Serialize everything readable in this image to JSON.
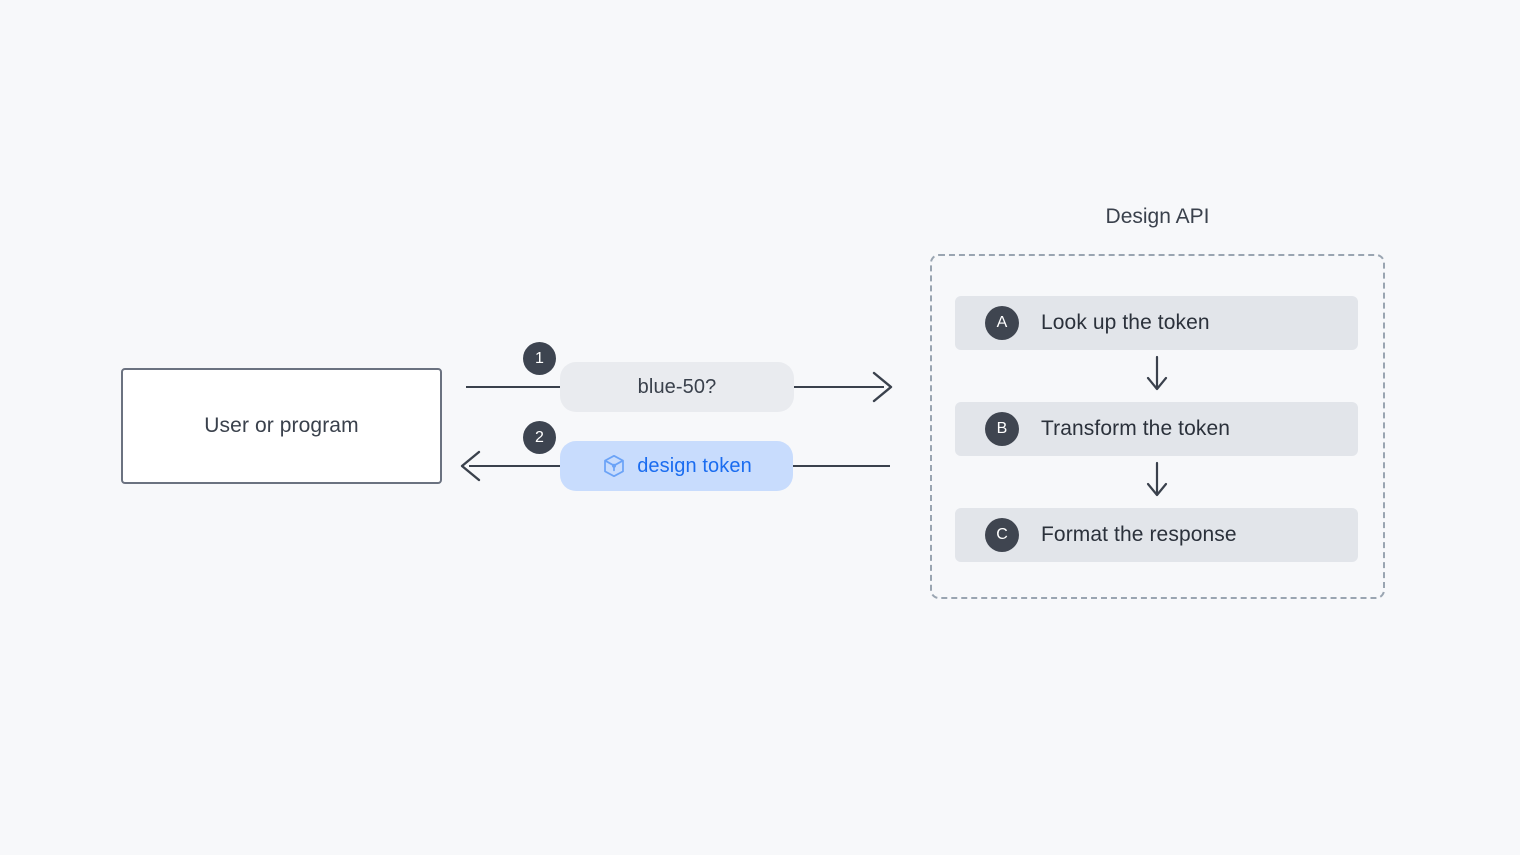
{
  "background_color": "#f7f8fa",
  "actor": {
    "label": "User or program"
  },
  "messages": [
    {
      "badge": "1",
      "text": "blue-50?",
      "direction": "right",
      "icon": null
    },
    {
      "badge": "2",
      "text": "design token",
      "direction": "left",
      "icon": "cube-icon"
    }
  ],
  "group": {
    "title": "Design API",
    "steps": [
      {
        "badge": "A",
        "label": "Look up the token"
      },
      {
        "badge": "B",
        "label": "Transform the token"
      },
      {
        "badge": "C",
        "label": "Format the response"
      }
    ],
    "connector_icon": "arrow-down-icon"
  },
  "colors": {
    "accent_blue": "#1a6cf0",
    "pill_response_bg": "#c8dcfd",
    "pill_request_bg": "#e9ebef",
    "badge_dark": "#3d4450",
    "step_row_bg": "#e2e5ea",
    "line": "#3a414c",
    "dashed_border": "#9aa5b1"
  }
}
